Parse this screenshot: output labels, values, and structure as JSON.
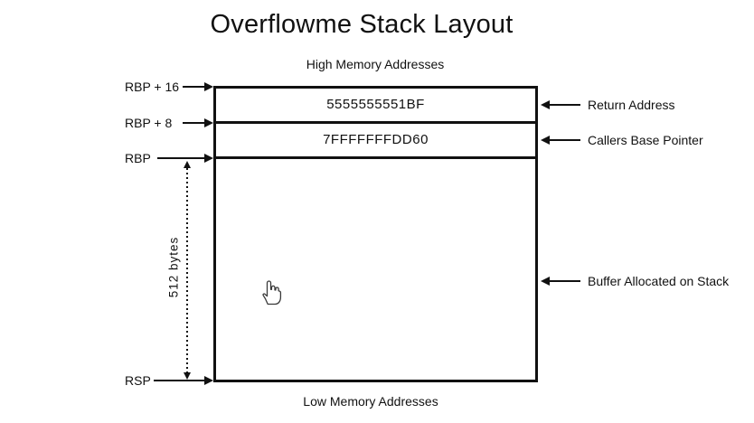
{
  "title": "Overflowme Stack Layout",
  "colors": {
    "ink": "#111111",
    "background": "#ffffff"
  },
  "diagram": {
    "top_label": "High Memory Addresses",
    "bottom_label": "Low Memory Addresses",
    "size_label": "512 bytes",
    "pointer_labels": [
      {
        "name": "RBP + 16"
      },
      {
        "name": "RBP + 8"
      },
      {
        "name": "RBP"
      },
      {
        "name": "RSP"
      }
    ],
    "cells": [
      {
        "value": "5555555551BF",
        "annotation": "Return Address"
      },
      {
        "value": "7FFFFFFFDD60",
        "annotation": "Callers Base Pointer"
      },
      {
        "value": "",
        "annotation": "Buffer Allocated on Stack"
      }
    ],
    "cursor_icon": "hand-pointer"
  }
}
